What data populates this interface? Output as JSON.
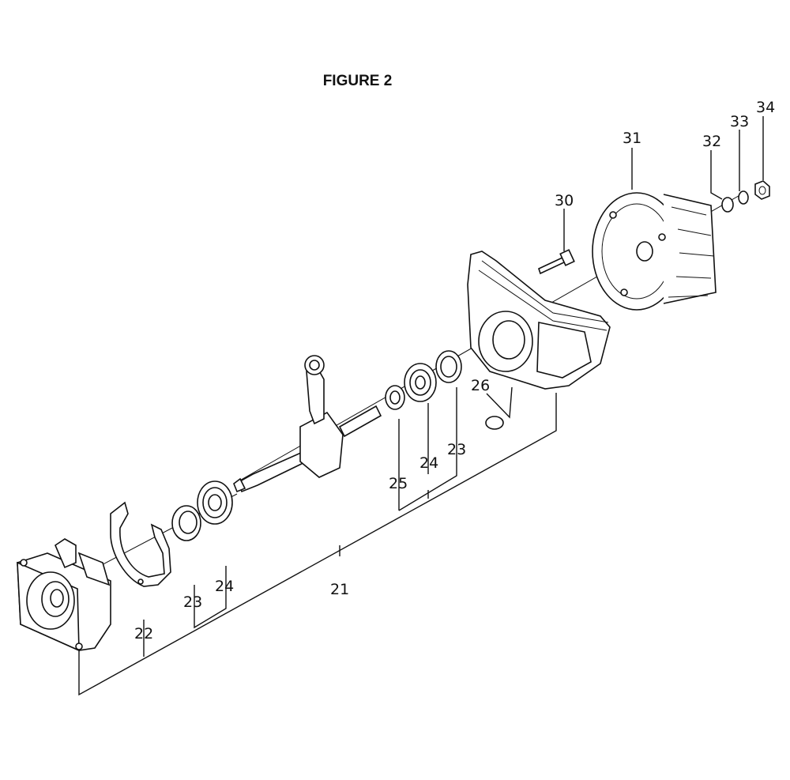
{
  "figure": {
    "title": "FIGURE 2"
  },
  "callouts": {
    "p21": "21",
    "p22": "22",
    "p23a": "23",
    "p24a": "24",
    "p23b": "23",
    "p24b": "24",
    "p25": "25",
    "p26": "26",
    "p30": "30",
    "p31": "31",
    "p32": "32",
    "p33": "33",
    "p34": "34"
  }
}
